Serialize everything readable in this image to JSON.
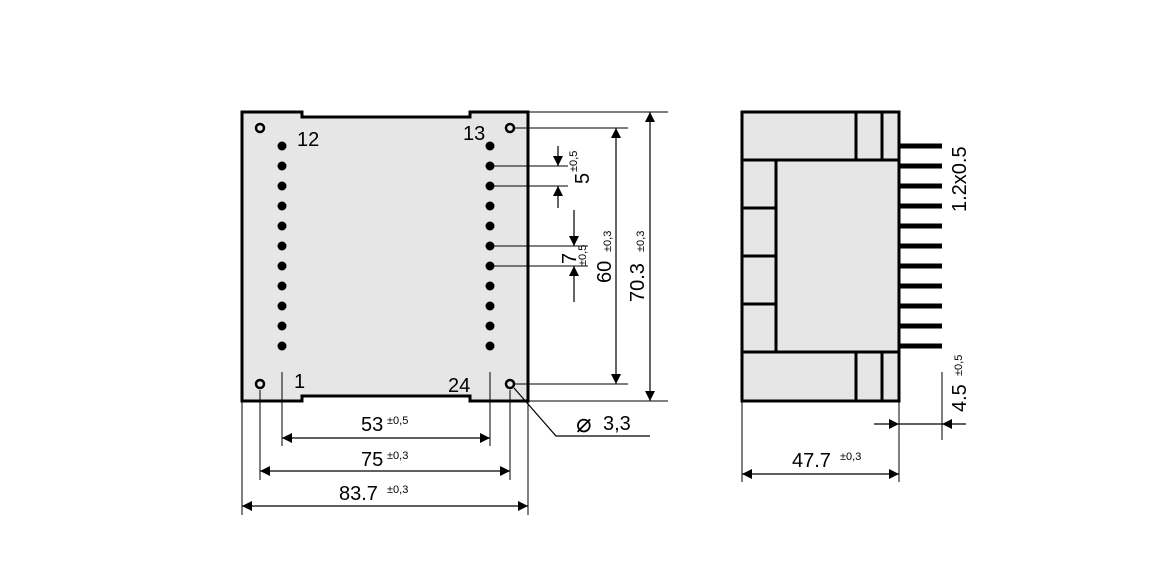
{
  "top_view": {
    "pins": {
      "p1": "1",
      "p12": "12",
      "p13": "13",
      "p24": "24"
    },
    "dims": {
      "d53": {
        "value": "53",
        "tol": "±0,5"
      },
      "d75": {
        "value": "75",
        "tol": "±0,3"
      },
      "d837": {
        "value": "83.7",
        "tol": "±0,3"
      },
      "d5": {
        "value": "5",
        "tol": "±0,5"
      },
      "d7": {
        "value": "7",
        "tol": "±0,5"
      },
      "d60": {
        "value": "60",
        "tol": "±0,3"
      },
      "d703": {
        "value": "70.3",
        "tol": "±0,3"
      },
      "hole": {
        "symbol": "⌀",
        "value": "3,3"
      }
    }
  },
  "side_view": {
    "dims": {
      "d477": {
        "value": "47.7",
        "tol": "±0,3"
      },
      "pin_section": {
        "value": "1.2x0.5"
      },
      "d45": {
        "value": "4.5",
        "tol": "±0,5"
      }
    }
  },
  "colors": {
    "body_fill": "#e6e6e6",
    "line": "#000000"
  }
}
